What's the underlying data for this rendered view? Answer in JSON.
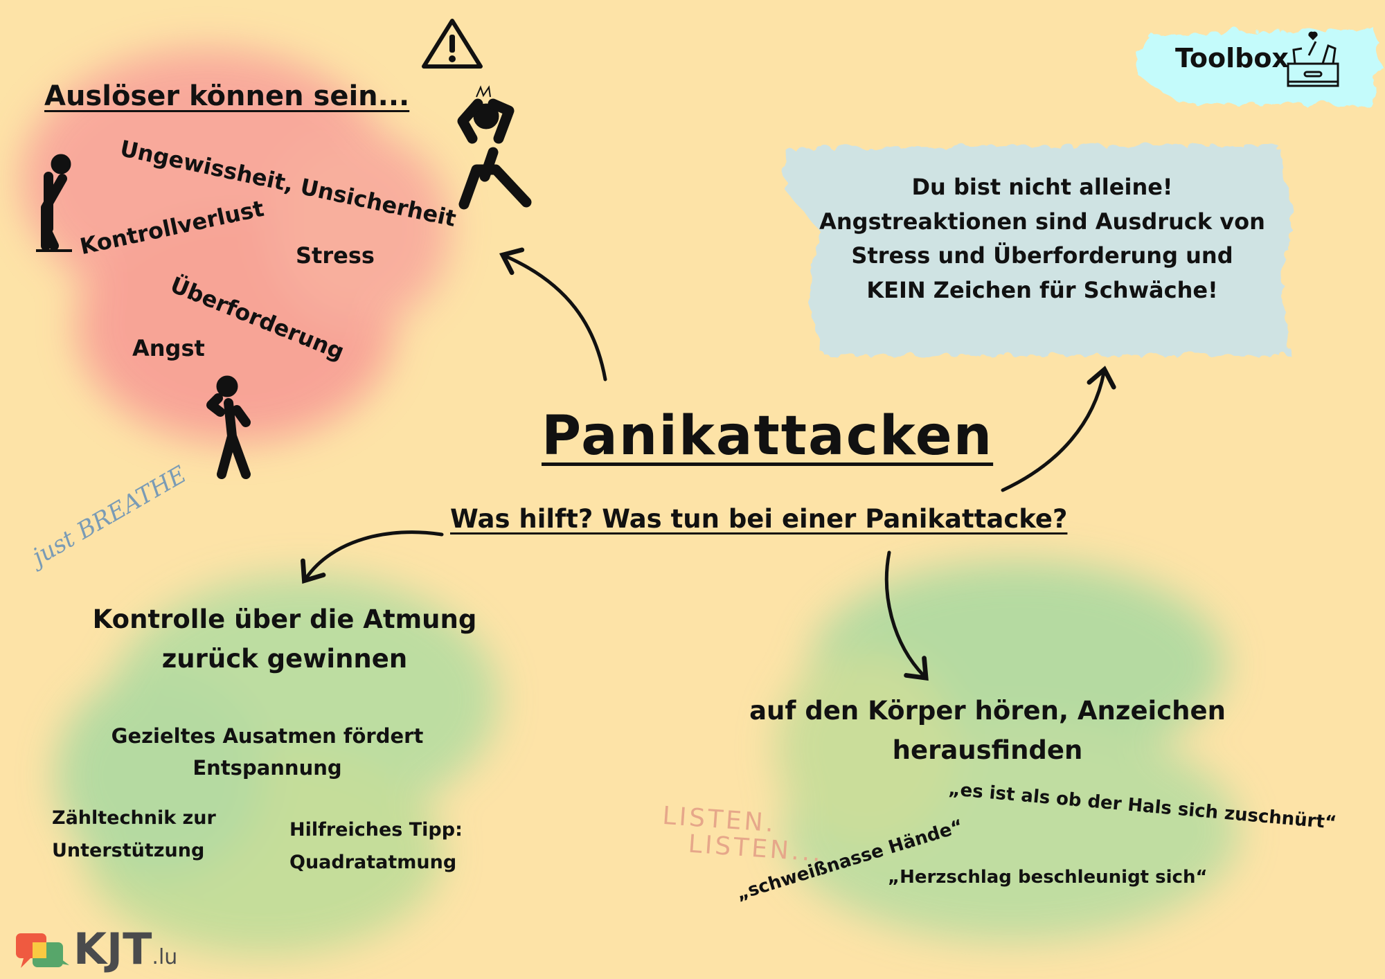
{
  "title": "Panikattacken",
  "subtitle": "Was hilft? Was tun bei einer Panikattacke?",
  "triggers": {
    "heading": "Auslöser können sein...",
    "items": [
      "Ungewissheit, Unsicherheit",
      "Kontrollverlust",
      "Stress",
      "Überforderung",
      "Angst"
    ]
  },
  "message": {
    "lines": [
      "Du bist nicht alleine!",
      "Angstreaktionen sind Ausdruck von",
      "Stress und Überforderung und",
      "KEIN Zeichen für Schwäche!"
    ]
  },
  "toolbox": {
    "label": "Toolbox"
  },
  "breathing": {
    "decoration": "just BREATHE",
    "heading": [
      "Kontrolle über die Atmung",
      "zurück gewinnen"
    ],
    "tip1": [
      "Gezieltes Ausatmen fördert",
      "Entspannung"
    ],
    "tip2": [
      "Zähltechnik zur",
      "Unterstützung"
    ],
    "tip3": [
      "Hilfreiches Tipp:",
      "Quadratatmung"
    ]
  },
  "body": {
    "decoration": [
      "LISTEN.",
      "LISTEN..."
    ],
    "heading": [
      "auf den Körper hören, Anzeichen",
      "herausfinden"
    ],
    "quotes": [
      "„es ist als ob der Hals sich zuschnürt“",
      "„schweißnasse Hände“",
      "„Herzschlag beschleunigt sich“"
    ]
  },
  "logo": {
    "main": "KJT",
    "suffix": ".lu"
  },
  "colors": {
    "background": "#fde3a7",
    "red_blob": "#f8a09a",
    "green_blob": "#b6dca0",
    "blue_box": "#cfe3e3",
    "toolbox_bg": "#c4fbfb"
  }
}
